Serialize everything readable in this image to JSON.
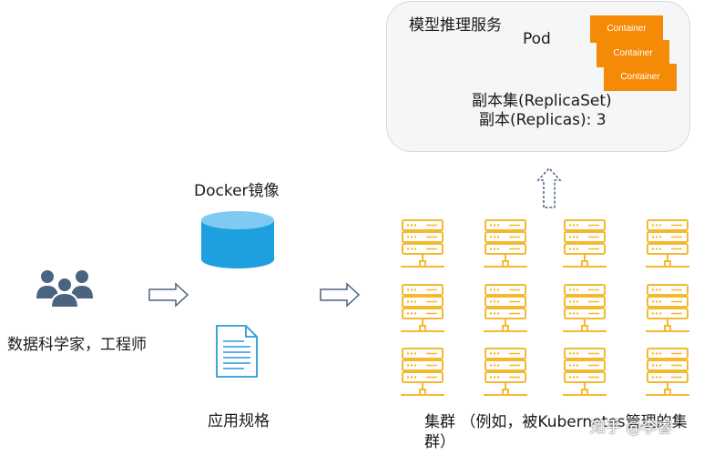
{
  "pod_panel": {
    "title": "模型推理服务",
    "pod_label": "Pod",
    "containers": [
      "Container",
      "Container",
      "Container"
    ],
    "replicaset_label": "副本集(ReplicaSet)",
    "replicas_label": "副本(Replicas): 3"
  },
  "docker_image": {
    "label": "Docker镜像"
  },
  "users": {
    "label": "数据科学家，工程师"
  },
  "app_spec": {
    "label": "应用规格"
  },
  "cluster": {
    "label_line1": "集群 （例如，被Kubernetes管理的集",
    "label_line2": "群）",
    "server_rows": 3,
    "server_cols": 4
  },
  "watermark": "知乎 @李睿",
  "colors": {
    "server": "#f5b92e",
    "database": "#1e9fe0",
    "users": "#4a6480",
    "document": "#2a9ad8",
    "container": "#f58a07",
    "arrow": "#4a6480"
  },
  "icons": {
    "users": "people-group-icon",
    "database": "database-cylinder-icon",
    "document": "document-icon",
    "server": "server-rack-icon",
    "arrow": "right-arrow-icon",
    "up_arrow": "dashed-up-arrow-icon"
  }
}
